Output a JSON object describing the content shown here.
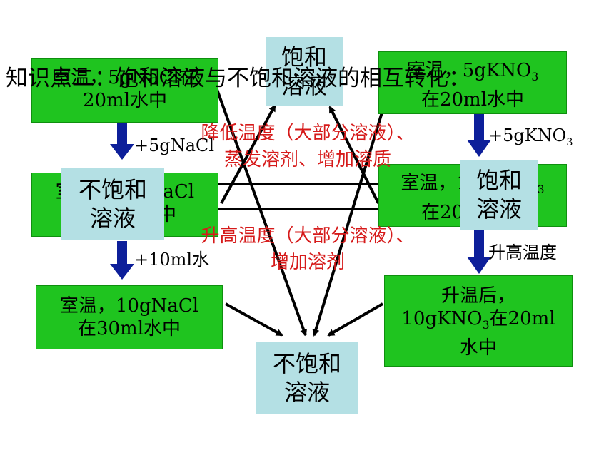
{
  "title": "知识点二：饱和溶液与不饱和溶液的相互转化：",
  "boxes": {
    "left_top_line1": "室温，5gNaCl在",
    "left_top_line2": "20ml水中",
    "left_mid_line1": "室温，10gNaCl",
    "left_mid_line2": "在20ml水中",
    "left_bot_line1": "室温，10gNaCl",
    "left_bot_line2": "在30ml水中",
    "right_top_line1": "室温，5gKNO",
    "right_top_sub": "3",
    "right_top_line2": "在20ml水中",
    "right_mid_line1": "室温，10gKNO",
    "right_mid_sub": "3",
    "right_mid_line2": "在20ml水中",
    "right_bot_line1": "升温后，",
    "right_bot_line2a": "10gKNO",
    "right_bot_sub": "3",
    "right_bot_line2b": "在20ml",
    "right_bot_line3": "水中"
  },
  "states": {
    "top_saturated_1": "饱和",
    "top_saturated_2": "溶液",
    "left_unsaturated_1": "不饱和",
    "left_unsaturated_2": "溶液",
    "right_saturated_1": "饱和",
    "right_saturated_2": "溶液",
    "bottom_unsaturated_1": "不饱和",
    "bottom_unsaturated_2": "溶液"
  },
  "labels": {
    "add_nacl": "+5gNaCl",
    "add_water": "+10ml水",
    "add_kno3_a": "+5gKNO",
    "add_kno3_sub": "3",
    "heat": "升高温度"
  },
  "conditions": {
    "to_saturated_1": "降低温度（大部分溶液）、",
    "to_saturated_2": "蒸发溶剂、增加溶质",
    "to_unsaturated_1": "升高温度（大部分溶液）、",
    "to_unsaturated_2": "增加溶剂"
  },
  "colors": {
    "box_green": "#1fc41f",
    "state_cyan": "#b4e0e4",
    "condition_red": "#d61a1a",
    "down_arrow_blue": "#0d1f9a"
  }
}
